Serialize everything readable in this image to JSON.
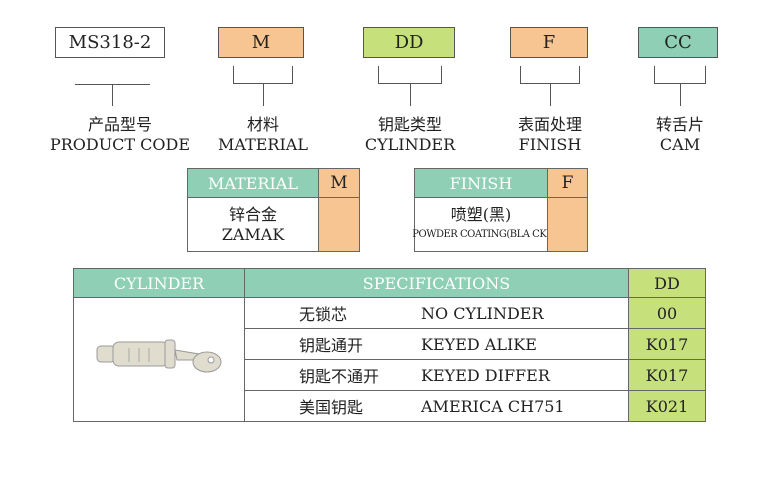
{
  "code_parts": [
    {
      "code": "MS318-2",
      "zh": "产品型号",
      "en": "PRODUCT CODE",
      "color": "#ffffff"
    },
    {
      "code": "M",
      "zh": "材料",
      "en": "MATERIAL",
      "color": "#f7c592"
    },
    {
      "code": "DD",
      "zh": "钥匙类型",
      "en": "CYLINDER",
      "color": "#c6e07c"
    },
    {
      "code": "F",
      "zh": "表面处理",
      "en": "FINISH",
      "color": "#f7c592"
    },
    {
      "code": "CC",
      "zh": "转舌片",
      "en": "CAM",
      "color": "#8ecfb6"
    }
  ],
  "material_table": {
    "header": "MATERIAL",
    "code": "M",
    "zh": "锌合金",
    "en": "ZAMAK"
  },
  "finish_table": {
    "header": "FINISH",
    "code": "F",
    "zh": "喷塑(黑)",
    "en": "POWDER COATING(BLA CK)"
  },
  "cylinder_table": {
    "headers": [
      "CYLINDER",
      "SPECIFICATIONS",
      "DD"
    ],
    "image": "lock-cylinder-with-key",
    "rows": [
      {
        "zh": "无锁芯",
        "en": "NO CYLINDER",
        "code": "00"
      },
      {
        "zh": "钥匙通开",
        "en": "KEYED ALIKE",
        "code": "K017"
      },
      {
        "zh": "钥匙不通开",
        "en": "KEYED DIFFER",
        "code": "K017"
      },
      {
        "zh": "美国钥匙",
        "en": "AMERICA CH751",
        "code": "K021"
      }
    ]
  }
}
